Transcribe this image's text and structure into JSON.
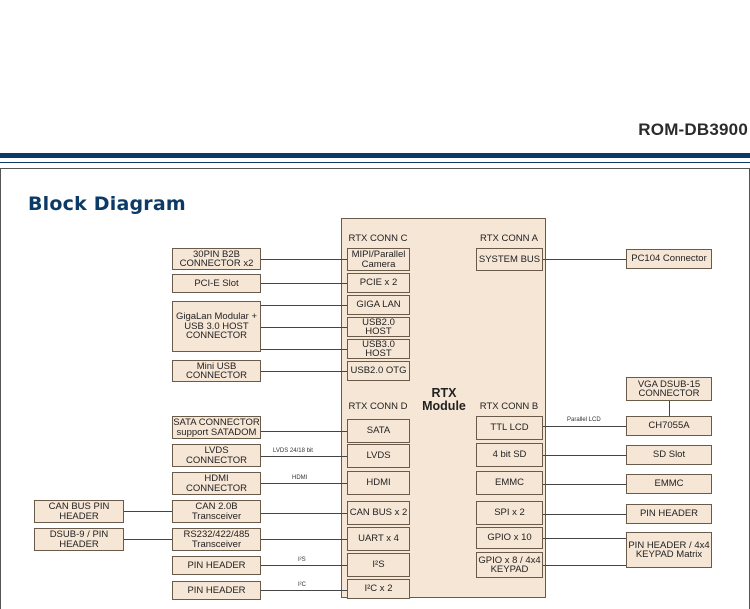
{
  "header": {
    "model": "ROM-DB3900"
  },
  "diagram": {
    "title": "Block Diagram",
    "module": {
      "title_line1": "RTX",
      "title_line2": "Module"
    },
    "conn_labels": {
      "c": "RTX CONN C",
      "a": "RTX CONN A",
      "d": "RTX CONN D",
      "b": "RTX CONN B"
    },
    "inner_boxes": {
      "mipi": "MIPI/Parallel Camera",
      "pcie": "PCIE x 2",
      "giga": "GIGA LAN",
      "usb20host": "USB2.0 HOST",
      "usb30host": "USB3.0 HOST",
      "usb20otg": "USB2.0 OTG",
      "sysbus": "SYSTEM BUS",
      "sata": "SATA",
      "lvds": "LVDS",
      "hdmi": "HDMI",
      "canbus": "CAN BUS x 2",
      "uart": "UART x 4",
      "i2s": "I²S",
      "i2c": "I²C x 2",
      "ttllcd": "TTL LCD",
      "sd4bit": "4 bit SD",
      "emmc": "EMMC",
      "spi": "SPI x 2",
      "gpio10": "GPIO x 10",
      "gpio8": "GPIO x 8 / 4x4 KEYPAD"
    },
    "left_boxes": {
      "b2b": "30PIN B2B CONNECTOR x2",
      "pcieslot": "PCI-E Slot",
      "gigalan": "GigaLan Modular + USB 3.0 HOST CONNECTOR",
      "miniusb": "Mini USB CONNECTOR",
      "sataconn": "SATA CONNECTOR support SATADOM",
      "lvdsconn": "LVDS CONNECTOR",
      "hdmiconn": "HDMI CONNECTOR",
      "can20b": "CAN 2.0B Transceiver",
      "rs232": "RS232/422/485 Transceiver",
      "pinheader1": "PIN HEADER",
      "pinheader2": "PIN HEADER"
    },
    "far_left_boxes": {
      "canbuspin": "CAN BUS PIN HEADER",
      "dsub9": "DSUB-9 / PIN HEADER"
    },
    "right_boxes": {
      "pc104": "PC104 Connector",
      "vga": "VGA DSUB-15 CONNECTOR",
      "ch7055a": "CH7055A",
      "sdslot": "SD Slot",
      "emmc": "EMMC",
      "pinheader": "PIN HEADER",
      "keypad": "PIN HEADER / 4x4 KEYPAD Matrix"
    },
    "line_labels": {
      "parallel_lcd": "Parallel LCD",
      "lvds": "LVDS 24/18 bit",
      "hdmi": "HDMI",
      "i2s": "I²S",
      "i2c": "I²C"
    }
  }
}
